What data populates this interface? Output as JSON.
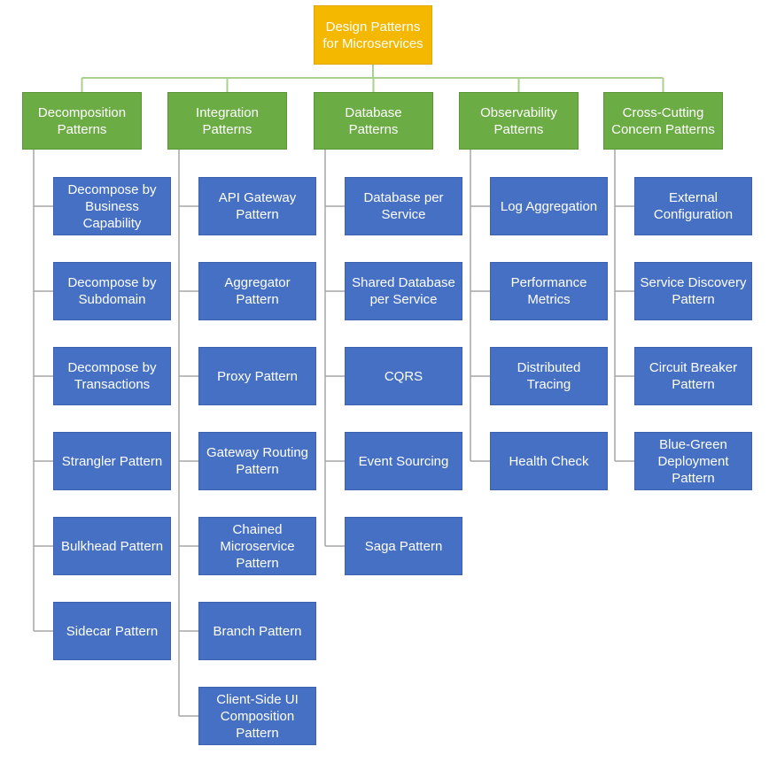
{
  "root": {
    "label": "Design Patterns\nfor Microservices"
  },
  "categories": [
    {
      "label": "Decomposition\nPatterns",
      "items": [
        "Decompose by\nBusiness\nCapability",
        "Decompose by\nSubdomain",
        "Decompose by\nTransactions",
        "Strangler Pattern",
        "Bulkhead Pattern",
        "Sidecar Pattern"
      ]
    },
    {
      "label": "Integration\nPatterns",
      "items": [
        "API Gateway\nPattern",
        "Aggregator\nPattern",
        "Proxy Pattern",
        "Gateway Routing\nPattern",
        "Chained\nMicroservice\nPattern",
        "Branch Pattern",
        "Client-Side UI\nComposition\nPattern"
      ]
    },
    {
      "label": "Database\nPatterns",
      "items": [
        "Database per\nService",
        "Shared Database\nper Service",
        "CQRS",
        "Event Sourcing",
        "Saga Pattern"
      ]
    },
    {
      "label": "Observability\nPatterns",
      "items": [
        "Log Aggregation",
        "Performance\nMetrics",
        "Distributed\nTracing",
        "Health Check"
      ]
    },
    {
      "label": "Cross-Cutting\nConcern Patterns",
      "items": [
        "External\nConfiguration",
        "Service Discovery\nPattern",
        "Circuit Breaker\nPattern",
        "Blue-Green\nDeployment\nPattern"
      ]
    }
  ],
  "colors": {
    "root": "#f5b800",
    "category": "#6cac44",
    "item": "#4670c4",
    "root_connector": "#a9d18e",
    "item_connector": "#a6a6a6"
  }
}
